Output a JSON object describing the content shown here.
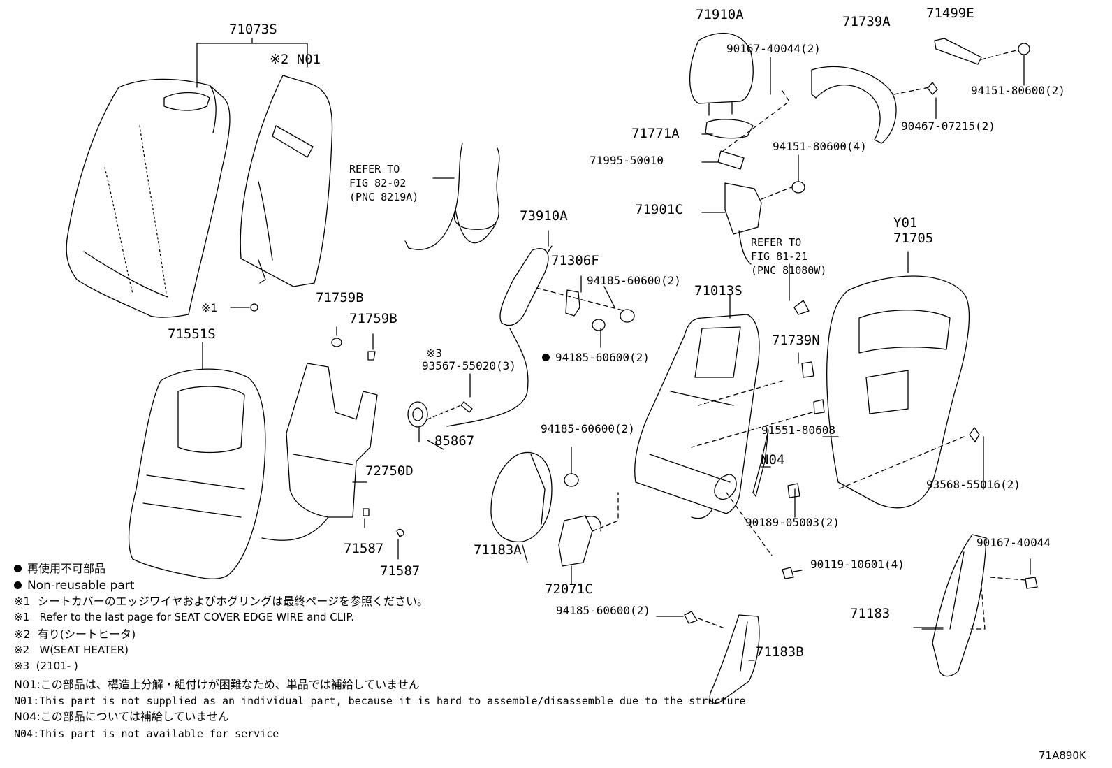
{
  "figure_code": "71A890K",
  "parts": {
    "p71073S": "71073S",
    "n01_heater": "※2 N01",
    "p71910A": "71910A",
    "p71739A": "71739A",
    "p71499E": "71499E",
    "p90167_40044_2": "90167-40044(2)",
    "p94151_80600_2": "94151-80600(2)",
    "p90467_07215_2": "90467-07215(2)",
    "p71771A": "71771A",
    "p94151_80600_4": "94151-80600(4)",
    "p71995_50010": "71995-50010",
    "p71901C": "71901C",
    "p73910A": "73910A",
    "p71306F": "71306F",
    "p94185_60600_2a": "94185-60600(2)",
    "p94185_60600_2b": "94185-60600(2)",
    "p94185_60600_2c": "94185-60600(2)",
    "p94185_60600_2d": "94185-60600(2)",
    "p71013S": "71013S",
    "y01": "Y01",
    "p71705": "71705",
    "clip_note": "※1",
    "p71759B_a": "71759B",
    "p71759B_b": "71759B",
    "p71551S": "71551S",
    "p71739N": "71739N",
    "p93567_55020_mark": "※3",
    "p93567_55020_3": "93567-55020(3)",
    "p91551_80608": "91551-80608",
    "p85867": "85867",
    "n04": "N04",
    "p72750D": "72750D",
    "p93568_55016_2": "93568-55016(2)",
    "p90189_05003_2": "90189-05003(2)",
    "p71587_a": "71587",
    "p71587_b": "71587",
    "p71183A": "71183A",
    "p90167_40044": "90167-40044",
    "p90119_10601_4": "90119-10601(4)",
    "p72071C": "72071C",
    "p71183": "71183",
    "p71183B": "71183B"
  },
  "refs": {
    "fig82": "REFER TO\nFIG 82-02\n(PNC 8219A)",
    "fig81": "REFER TO\nFIG 81-21\n(PNC 81080W)"
  },
  "notes": {
    "nonreusable_jp": "再使用不可部品",
    "nonreusable_en": "Non-reusable part",
    "n1_jp_mark": "※1",
    "n1_jp": "シートカバーのエッジワイヤおよびホグリングは最終ページを参照ください。",
    "n1_en_mark": "※1",
    "n1_en": "Refer to the last page for SEAT COVER EDGE WIRE and CLIP.",
    "n2_jp_mark": "※2",
    "n2_jp": "有り(シートヒータ)",
    "n2_en_mark": "※2",
    "n2_en": "W(SEAT HEATER)",
    "n3_mark": "※3",
    "n3": "(2101-    )",
    "n01_jp": "N01:この部品は、構造上分解・組付けが困難なため、単品では補給していません",
    "n01_en": "N01:This part is not supplied as an individual part, because it is hard to assemble/disassemble due to the structure",
    "n04_jp": "N04:この部品については補給していません",
    "n04_en": "N04:This part is not available for service"
  },
  "colors": {
    "ink": "#000000",
    "paper": "#ffffff"
  },
  "icons": {
    "nonreusable": "filled-circle-icon"
  }
}
